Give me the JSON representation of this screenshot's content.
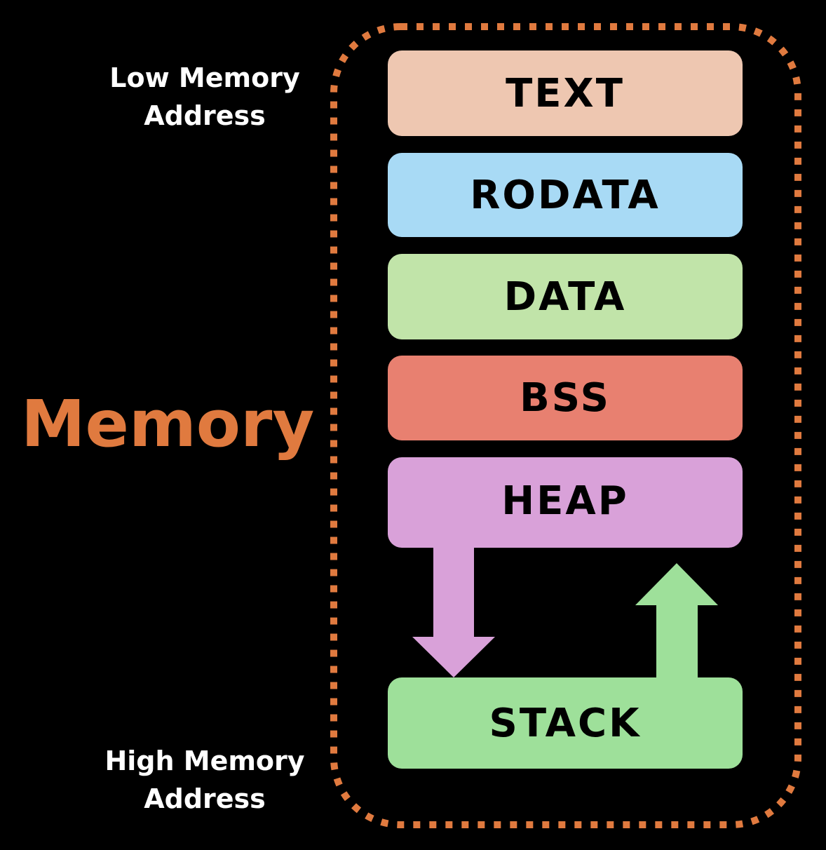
{
  "title": "Memory",
  "low_label": [
    "Low Memory",
    "Address"
  ],
  "high_label": [
    "High Memory",
    "Address"
  ],
  "segments": [
    {
      "label": "TEXT",
      "color": "#eec7b1"
    },
    {
      "label": "RODATA",
      "color": "#a8daf5"
    },
    {
      "label": "DATA",
      "color": "#c1e4a9"
    },
    {
      "label": "BSS",
      "color": "#e88070"
    },
    {
      "label": "HEAP",
      "color": "#d9a1d9"
    },
    {
      "label": "STACK",
      "color": "#9ee09a"
    }
  ],
  "colors": {
    "frame": "#e07a3f",
    "heap_arrow": "#d9a1d9",
    "stack_arrow": "#9ee09a",
    "label_text": "#ffffff",
    "background": "#000000"
  },
  "arrows": [
    {
      "from": "HEAP",
      "to": "STACK",
      "direction": "down",
      "icon": "arrow-down-icon"
    },
    {
      "from": "STACK",
      "to": "HEAP",
      "direction": "up",
      "icon": "arrow-up-icon"
    }
  ]
}
